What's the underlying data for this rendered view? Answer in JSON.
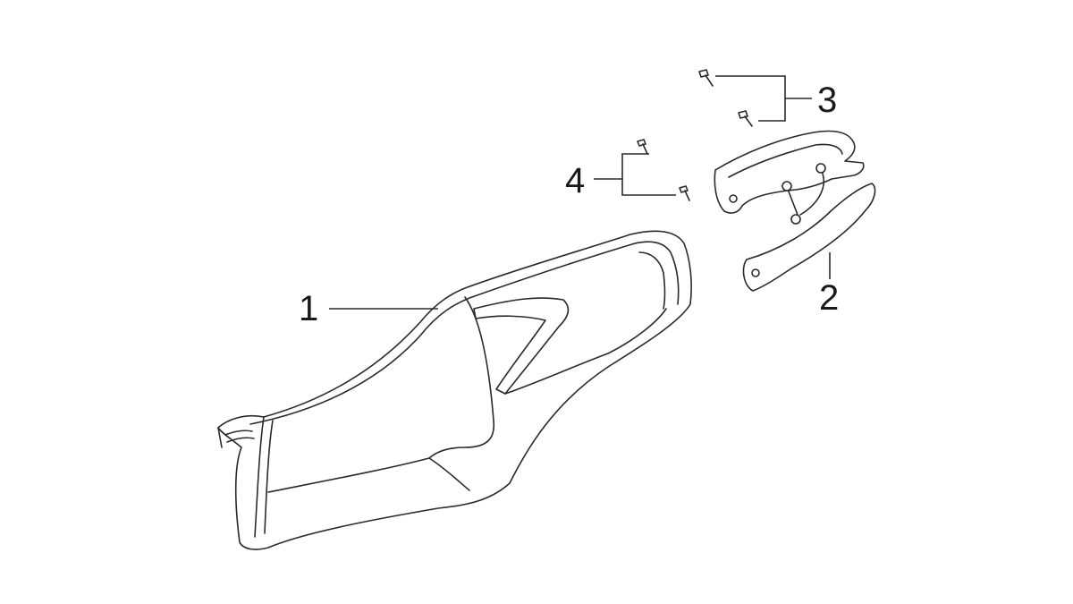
{
  "diagram": {
    "callouts": [
      {
        "id": "1",
        "label": "1"
      },
      {
        "id": "2",
        "label": "2"
      },
      {
        "id": "3",
        "label": "3"
      },
      {
        "id": "4",
        "label": "4"
      }
    ],
    "colors": {
      "line": "#2a2a2a",
      "background": "#ffffff"
    }
  }
}
